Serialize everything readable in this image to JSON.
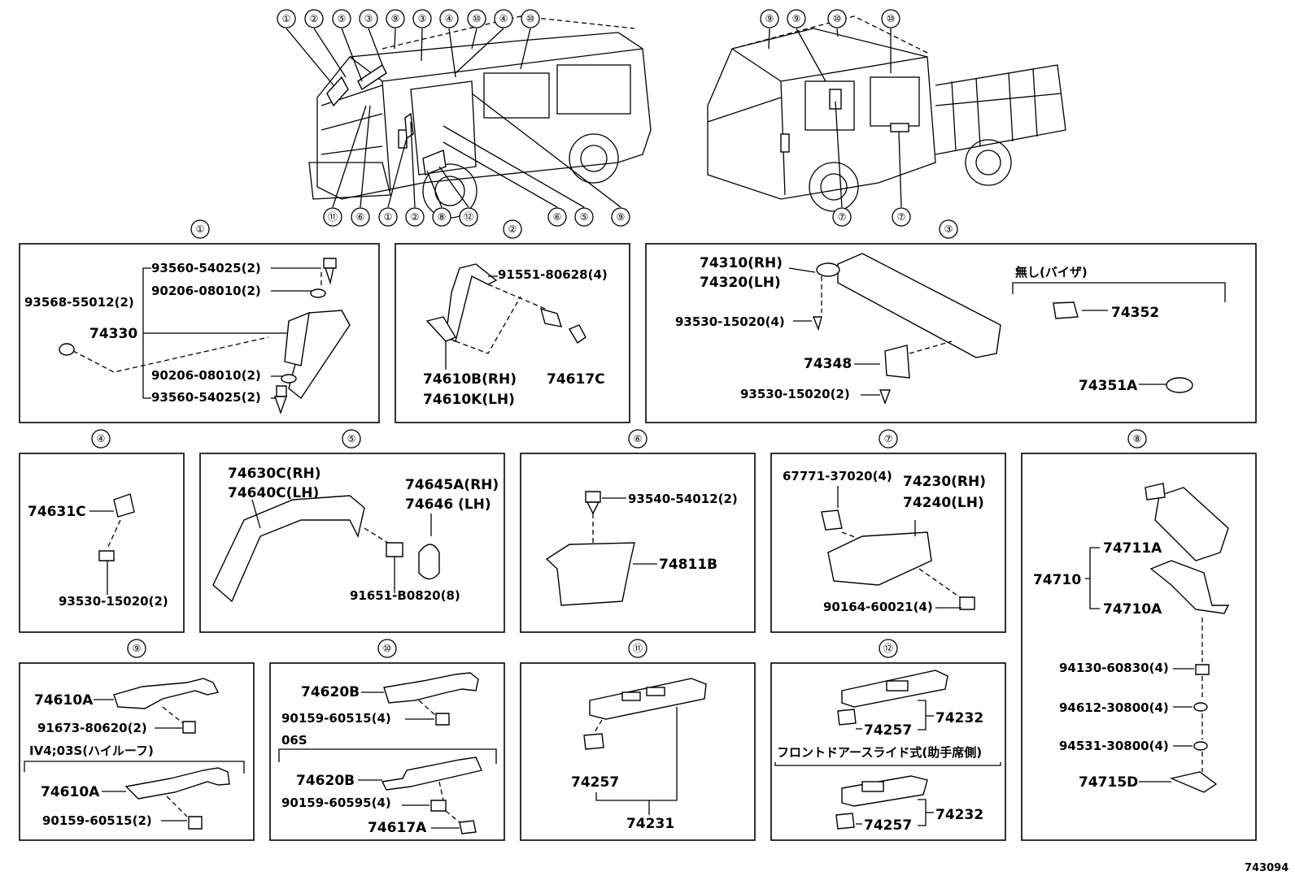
{
  "diagram_id": "743094",
  "panels": [
    {
      "id": "1",
      "label": "①",
      "parts": [
        "93560-54025(2)",
        "90206-08010(2)",
        "93568-55012(2)",
        "74330",
        "90206-08010(2)",
        "93560-54025(2)"
      ]
    },
    {
      "id": "2",
      "label": "②",
      "parts": [
        "91551-80628(4)",
        "74610B(RH)",
        "74610K(LH)",
        "74617C"
      ]
    },
    {
      "id": "3",
      "label": "③",
      "parts": [
        "74310(RH)",
        "74320(LH)",
        "93530-15020(4)",
        "74348",
        "93530-15020(2)",
        "74352",
        "74351A"
      ],
      "note": "無し(バイザ)"
    },
    {
      "id": "4",
      "label": "④",
      "parts": [
        "74631C",
        "93530-15020(2)"
      ]
    },
    {
      "id": "5",
      "label": "⑤",
      "parts": [
        "74630C(RH)",
        "74640C(LH)",
        "74645A(RH)",
        "74646  (LH)",
        "91651-B0820(8)"
      ]
    },
    {
      "id": "6",
      "label": "⑥",
      "parts": [
        "93540-54012(2)",
        "74811B"
      ]
    },
    {
      "id": "7",
      "label": "⑦",
      "parts": [
        "67771-37020(4)",
        "74230(RH)",
        "74240(LH)",
        "90164-60021(4)"
      ]
    },
    {
      "id": "8",
      "label": "⑧",
      "parts": [
        "74711A",
        "74710",
        "74710A",
        "94130-60830(4)",
        "94612-30800(4)",
        "94531-30800(4)",
        "74715D"
      ]
    },
    {
      "id": "9",
      "label": "⑨",
      "parts": [
        "74610A",
        "91673-80620(2)",
        "74610A",
        "90159-60515(2)"
      ],
      "note": "IV4;03S(ハイルーフ)"
    },
    {
      "id": "10",
      "label": "⑩",
      "parts": [
        "74620B",
        "90159-60515(4)",
        "74620B",
        "90159-60595(4)",
        "74617A"
      ],
      "note": "06S"
    },
    {
      "id": "11",
      "label": "⑪",
      "parts": [
        "74257",
        "74231"
      ]
    },
    {
      "id": "12",
      "label": "⑫",
      "parts": [
        "74257",
        "74232",
        "74257",
        "74232"
      ],
      "note": "フロントドアースライド式(助手席側)"
    }
  ],
  "callouts_top_left": [
    "①",
    "②",
    "⑤",
    "③",
    "⑨",
    "③",
    "④",
    "⑩",
    "④",
    "⑩"
  ],
  "callouts_bottom_left": [
    "⑪",
    "⑥",
    "①",
    "②",
    "⑧",
    "⑫",
    "⑥",
    "⑤",
    "⑨"
  ],
  "callouts_top_right": [
    "⑨",
    "⑨",
    "⑩",
    "⑩"
  ],
  "callouts_bottom_right": [
    "⑦",
    "⑦"
  ]
}
